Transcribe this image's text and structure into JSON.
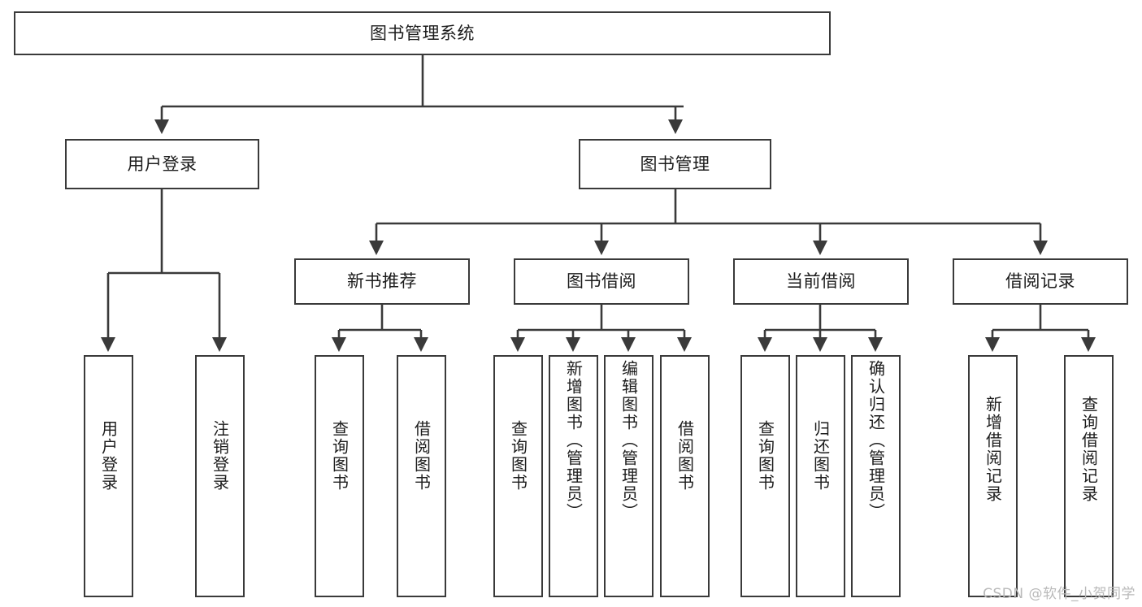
{
  "diagram": {
    "type": "tree-hierarchy",
    "title": "图书管理系统",
    "watermark": "CSDN @软件_小贺同学",
    "colors": {
      "stroke": "#3a3a3a",
      "fill": "#ffffff",
      "text": "#1c1c1c",
      "watermark": "#b9b9b9"
    },
    "nodes": {
      "root": {
        "label": "图书管理系统",
        "level": 1
      },
      "l2": [
        {
          "id": "user-login",
          "label": "用户登录",
          "level": 2
        },
        {
          "id": "book-manage",
          "label": "图书管理",
          "level": 2
        }
      ],
      "l3": [
        {
          "id": "new-book-rec",
          "label": "新书推荐",
          "level": 3,
          "parent": "book-manage"
        },
        {
          "id": "book-borrow",
          "label": "图书借阅",
          "level": 3,
          "parent": "book-manage"
        },
        {
          "id": "current-borrow",
          "label": "当前借阅",
          "level": 3,
          "parent": "book-manage"
        },
        {
          "id": "borrow-record",
          "label": "借阅记录",
          "level": 3,
          "parent": "book-manage"
        }
      ],
      "leaves": [
        {
          "id": "leaf-user-login",
          "label": "用户登录",
          "parent": "user-login"
        },
        {
          "id": "leaf-logout",
          "label": "注销登录",
          "parent": "user-login"
        },
        {
          "id": "leaf-query-book-1",
          "label": "查询图书",
          "parent": "new-book-rec"
        },
        {
          "id": "leaf-borrow-book-1",
          "label": "借阅图书",
          "parent": "new-book-rec"
        },
        {
          "id": "leaf-query-book-2",
          "label": "查询图书",
          "parent": "book-borrow"
        },
        {
          "id": "leaf-add-book",
          "label": "新增图书（管理员）",
          "parent": "book-borrow"
        },
        {
          "id": "leaf-edit-book",
          "label": "编辑图书（管理员）",
          "parent": "book-borrow"
        },
        {
          "id": "leaf-borrow-book-2",
          "label": "借阅图书",
          "parent": "book-borrow"
        },
        {
          "id": "leaf-query-book-3",
          "label": "查询图书",
          "parent": "current-borrow"
        },
        {
          "id": "leaf-return-book",
          "label": "归还图书",
          "parent": "current-borrow"
        },
        {
          "id": "leaf-confirm-return",
          "label": "确认归还（管理员）",
          "parent": "current-borrow"
        },
        {
          "id": "leaf-add-record",
          "label": "新增借阅记录",
          "parent": "borrow-record"
        },
        {
          "id": "leaf-query-record",
          "label": "查询借阅记录",
          "parent": "borrow-record"
        }
      ]
    }
  }
}
